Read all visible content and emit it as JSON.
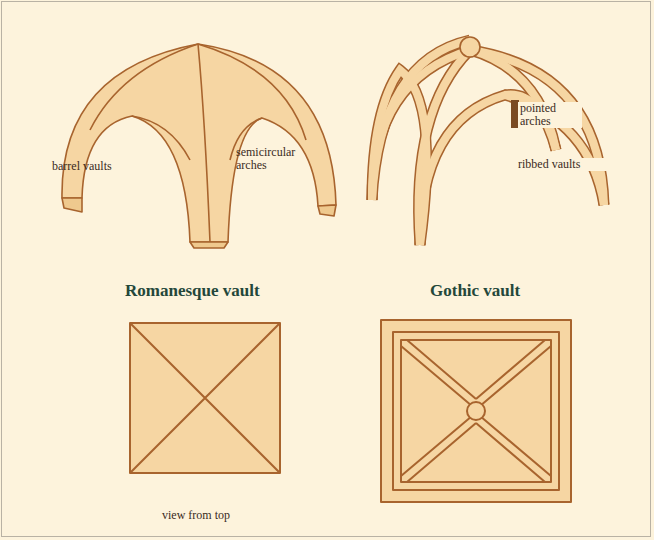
{
  "diagram": {
    "labels": [
      "barrel vaults",
      "semicircular arches",
      "pointed arches",
      "ribbed vaults",
      "Romanesque vault",
      "Gothic vault",
      "view from top"
    ]
  }
}
